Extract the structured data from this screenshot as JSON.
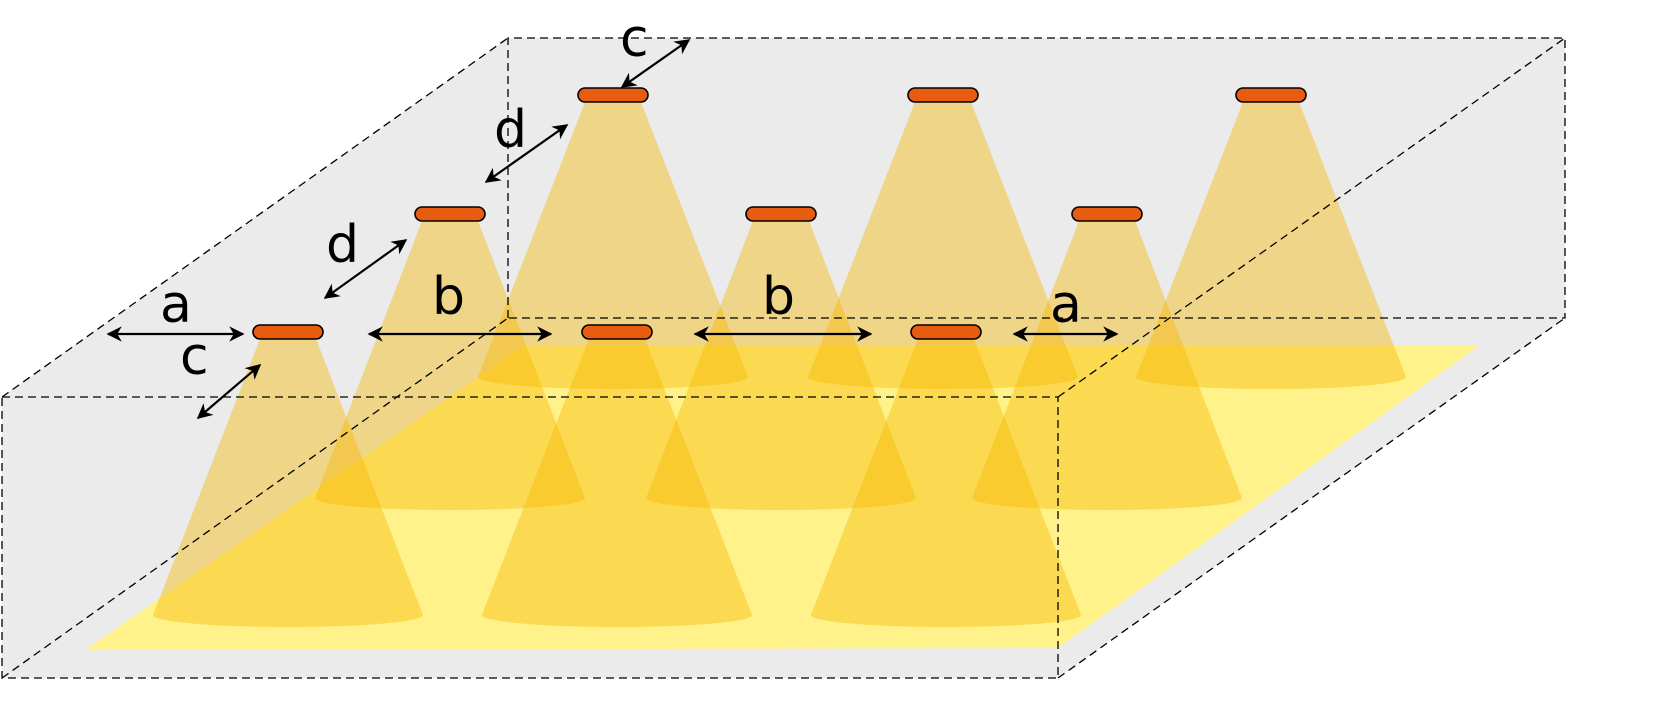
{
  "labels": {
    "a_left": "a",
    "c_left": "c",
    "d_lower": "d",
    "d_upper": "d",
    "c_top": "c",
    "b_left": "b",
    "b_right": "b",
    "a_right": "a"
  },
  "colors": {
    "room": "#ebebeb",
    "floor": "#fff28a",
    "cone": "#f5b800",
    "lamp": "#e85c10"
  }
}
